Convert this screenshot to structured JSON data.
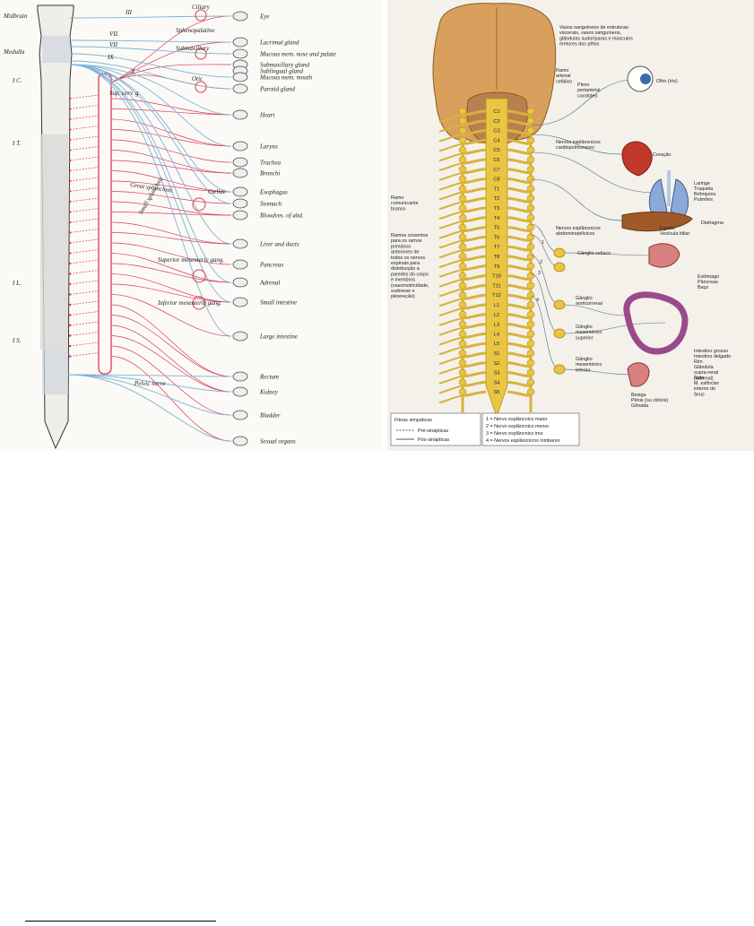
{
  "left_figure": {
    "cord_labels": {
      "midbrain": "Midbrain",
      "medulla": "Medulla",
      "cervical": "I C.",
      "thoracic": "I T.",
      "lumbar": "I L.",
      "sacral": "I S."
    },
    "nerve_labels": {
      "n3": "III",
      "n7a": "VII.",
      "n7b": "VII",
      "n9": "IX",
      "n10": "X",
      "sup_cerv": "Sup. cerv. g.",
      "great_splanchnic": "Great splanchnic",
      "small_splanchnic": "Small splanchnic",
      "pelvic": "Pelvic nerve"
    },
    "ganglia": {
      "ciliary": "Ciliary",
      "spheno": "Sphenopalatine",
      "submax": "Submaxillary",
      "otic": "Otic",
      "coeliac": "Cœliac",
      "sup_mes": "Superior mesenteric gang.",
      "inf_mes": "Inferior mesenteric gang."
    },
    "organs": [
      "Eye",
      "Lacrimal gland",
      "Mucous mem. nose and palate",
      "Submaxillary gland",
      "Sublingual gland",
      "Mucous mem. mouth",
      "Parotid gland",
      "Heart",
      "Larynx",
      "Trachea",
      "Bronchi",
      "Esophagus",
      "Stomach",
      "Bloodves. of abd.",
      "Liver and ducts",
      "Pancreas",
      "Adrenal",
      "Small intestine",
      "Large intestine",
      "Rectum",
      "Kidney",
      "Bladder",
      "Sexual organs"
    ]
  },
  "right_figure": {
    "vertebrae": [
      "C1",
      "C2",
      "C3",
      "C4",
      "C5",
      "C6",
      "C7",
      "C8",
      "T1",
      "T2",
      "T3",
      "T4",
      "T5",
      "T6",
      "T7",
      "T8",
      "T9",
      "T10",
      "T11",
      "T12",
      "L1",
      "L2",
      "L3",
      "L4",
      "L5",
      "S1",
      "S2",
      "S3",
      "S4",
      "S5"
    ],
    "labels": {
      "vasos": "Vasos sanguíneos de estruturas viscerais, vasos sanguíneos, glândulas sudoríparas e músculos eretores dos pêlos",
      "ramo_arterial": "Ramo arterial cefálico",
      "plexo": "Plexo periarterial carotídeo",
      "olho": "Olho (íris)",
      "cardiopulm": "Nervos esplâncnicos cardiopulmonares",
      "coracao": "Coração",
      "laringe": "Laringe",
      "traqueia": "Traquéia",
      "bronquios": "Brônquios",
      "pulmoes": "Pulmões",
      "ramo_comunicante": "Ramo comunicante branco",
      "diafragma": "Diafragma",
      "abdomino": "Nervos esplâncnicos abdominopélvicos",
      "figado": "Fígado",
      "vesicula": "Vesícula biliar",
      "ramos_cinzentos": "Ramos cinzentos para os ramos primários anteriores de todos os nervos espinais para distribuição a paredes do corpo e membros (vasomotricidade, sudorese e piloereção)",
      "celiaco": "Gânglio celíaco",
      "estomago": "Estômago",
      "pancreas": "Pâncreas",
      "baco": "Baço",
      "aorticorrenal": "Gânglio aorticorrenal",
      "mes_sup": "Gânglio mesentérico superior",
      "mes_inf": "Gânglio mesentérico inferior",
      "intestino_grosso": "Intestino grosso",
      "intestino_delgado": "Intestino delgado",
      "rim": "Rim",
      "glandula": "Glândula supra-renal (adrenal)",
      "reto": "Reto",
      "esfincter": "M. esfíncter interno do ânus",
      "bexiga": "Bexiga",
      "penis": "Pênis (ou clitóris)",
      "gonada": "Gônada",
      "n1": "1",
      "n2": "2",
      "n3": "3",
      "n4": "4"
    },
    "legend_fibers": {
      "title": "Fibras simpáticas",
      "pre": "Pré-sinápticas",
      "pos": "Pós-sinápticas"
    },
    "legend_nerves": [
      "1 = Nervo esplâncnico maior",
      "2 = Nervo esplâncnico menor",
      "3 = Nervo esplâncnico imo",
      "4 = Nervos esplâncnicos lombares"
    ]
  },
  "colors": {
    "sympathetic_red": "#d93a5a",
    "parasympathetic_blue": "#7fb2d6",
    "nerve_yellow": "#e9c541",
    "brain_tan": "#d8a05c"
  }
}
